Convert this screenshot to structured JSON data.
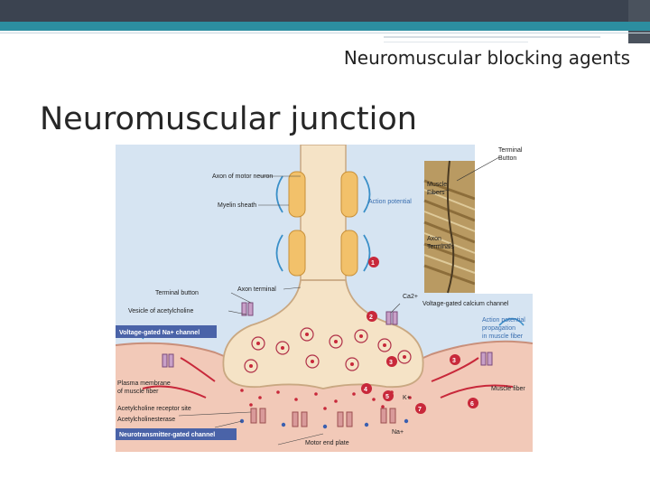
{
  "slide": {
    "header": "Neuromuscular blocking agents",
    "title": "Neuromuscular junction"
  },
  "figure": {
    "labels": {
      "axon_motor_neuron": "Axon of motor neuron",
      "myelin_sheath": "Myelin sheath",
      "action_potential": "Action potential",
      "terminal_button": "Terminal button",
      "axon_terminal": "Axon terminal",
      "vesicle_ach": "Vesicle of acetylcholine",
      "voltage_na": "Voltage-gated Na+ channel",
      "ca_ion": "Ca2+",
      "voltage_ca": "Voltage-gated calcium channel",
      "ap_propagation_1": "Action potential",
      "ap_propagation_2": "propagation",
      "ap_propagation_3": "in muscle fiber",
      "plasma_membrane_1": "Plasma membrane",
      "plasma_membrane_2": "of muscle fiber",
      "ach_receptor": "Acetylcholine receptor site",
      "ache": "Acetylcholinesterase",
      "nt_gated": "Neurotransmitter-gated channel",
      "muscle_fiber": "Muscle fiber",
      "motor_end_plate": "Motor end plate",
      "k_ion": "K+",
      "na_ion": "Na+",
      "micro_terminal_1": "Terminal",
      "micro_terminal_2": "Button",
      "micro_muscle_1": "Muscle",
      "micro_muscle_2": "Fibers",
      "micro_axon_1": "Axon",
      "micro_axon_2": "Terminals"
    },
    "steps": [
      "1",
      "2",
      "3",
      "4",
      "5",
      "6",
      "7",
      "3"
    ],
    "colors": {
      "background_blue": "#d6e4f2",
      "muscle_pink": "#f2c9b8",
      "neuron_tan": "#f5e3c6",
      "myelin_orange": "#f2c16a",
      "step_red": "#c8283a",
      "label_box_blue": "#4a63a8"
    }
  }
}
